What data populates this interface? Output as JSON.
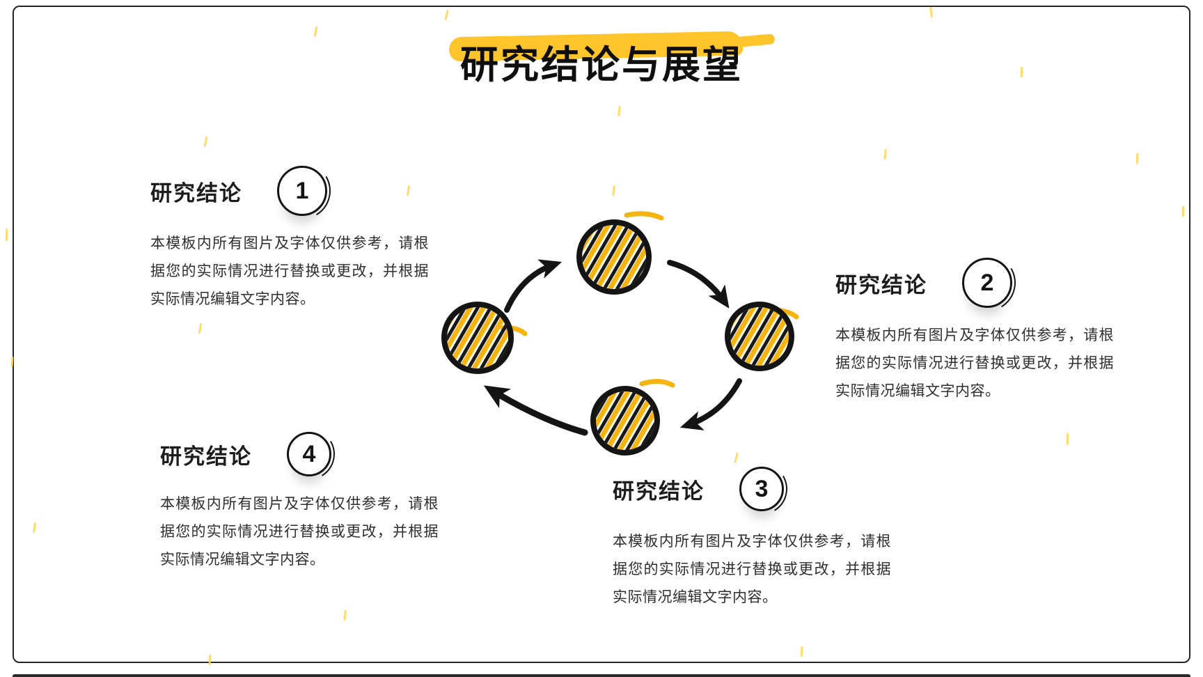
{
  "slide": {
    "title": "研究结论与展望"
  },
  "sections": [
    {
      "number": "1",
      "heading": "研究结论",
      "body": "本模板内所有图片及字体仅供参考，请根据您的实际情况进行替换或更改，并根据实际情况编辑文字内容。"
    },
    {
      "number": "2",
      "heading": "研究结论",
      "body": "本模板内所有图片及字体仅供参考，请根据您的实际情况进行替换或更改，并根据实际情况编辑文字内容。"
    },
    {
      "number": "3",
      "heading": "研究结论",
      "body": "本模板内所有图片及字体仅供参考，请根据您的实际情况进行替换或更改，并根据实际情况编辑文字内容。"
    },
    {
      "number": "4",
      "heading": "研究结论",
      "body": "本模板内所有图片及字体仅供参考，请根据您的实际情况进行替换或更改，并根据实际情况编辑文字内容。"
    }
  ],
  "diagram": {
    "name": "cycle-diagram",
    "node_count": 4,
    "direction": "clockwise",
    "node_style": "hand-drawn hatched circle"
  },
  "colors": {
    "accent_yellow": "#F6B411",
    "highlight_yellow": "#FFC52B",
    "tick_yellow": "#FFD75C",
    "ink": "#141414"
  }
}
